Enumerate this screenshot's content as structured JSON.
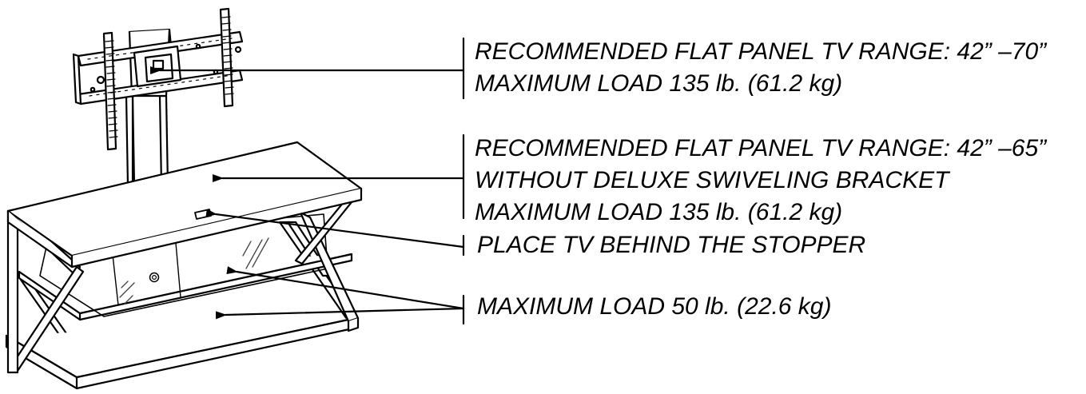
{
  "callouts": {
    "tv_bracket": {
      "line1": "RECOMMENDED FLAT PANEL TV RANGE: 42” –70”",
      "line2": "MAXIMUM LOAD 135 lb. (61.2 kg)"
    },
    "top_shelf": {
      "line1": "RECOMMENDED FLAT PANEL TV RANGE: 42” –65”",
      "line2": "WITHOUT DELUXE SWIVELING BRACKET",
      "line3": "MAXIMUM LOAD 135 lb. (61.2 kg)"
    },
    "stopper": {
      "line1": "PLACE TV BEHIND THE STOPPER"
    },
    "lower_shelves": {
      "line1": "MAXIMUM LOAD 50 lb. (22.6 kg)"
    }
  },
  "colors": {
    "ink": "#000000",
    "fill": "#ffffff",
    "glass_hatch": "#444444"
  }
}
